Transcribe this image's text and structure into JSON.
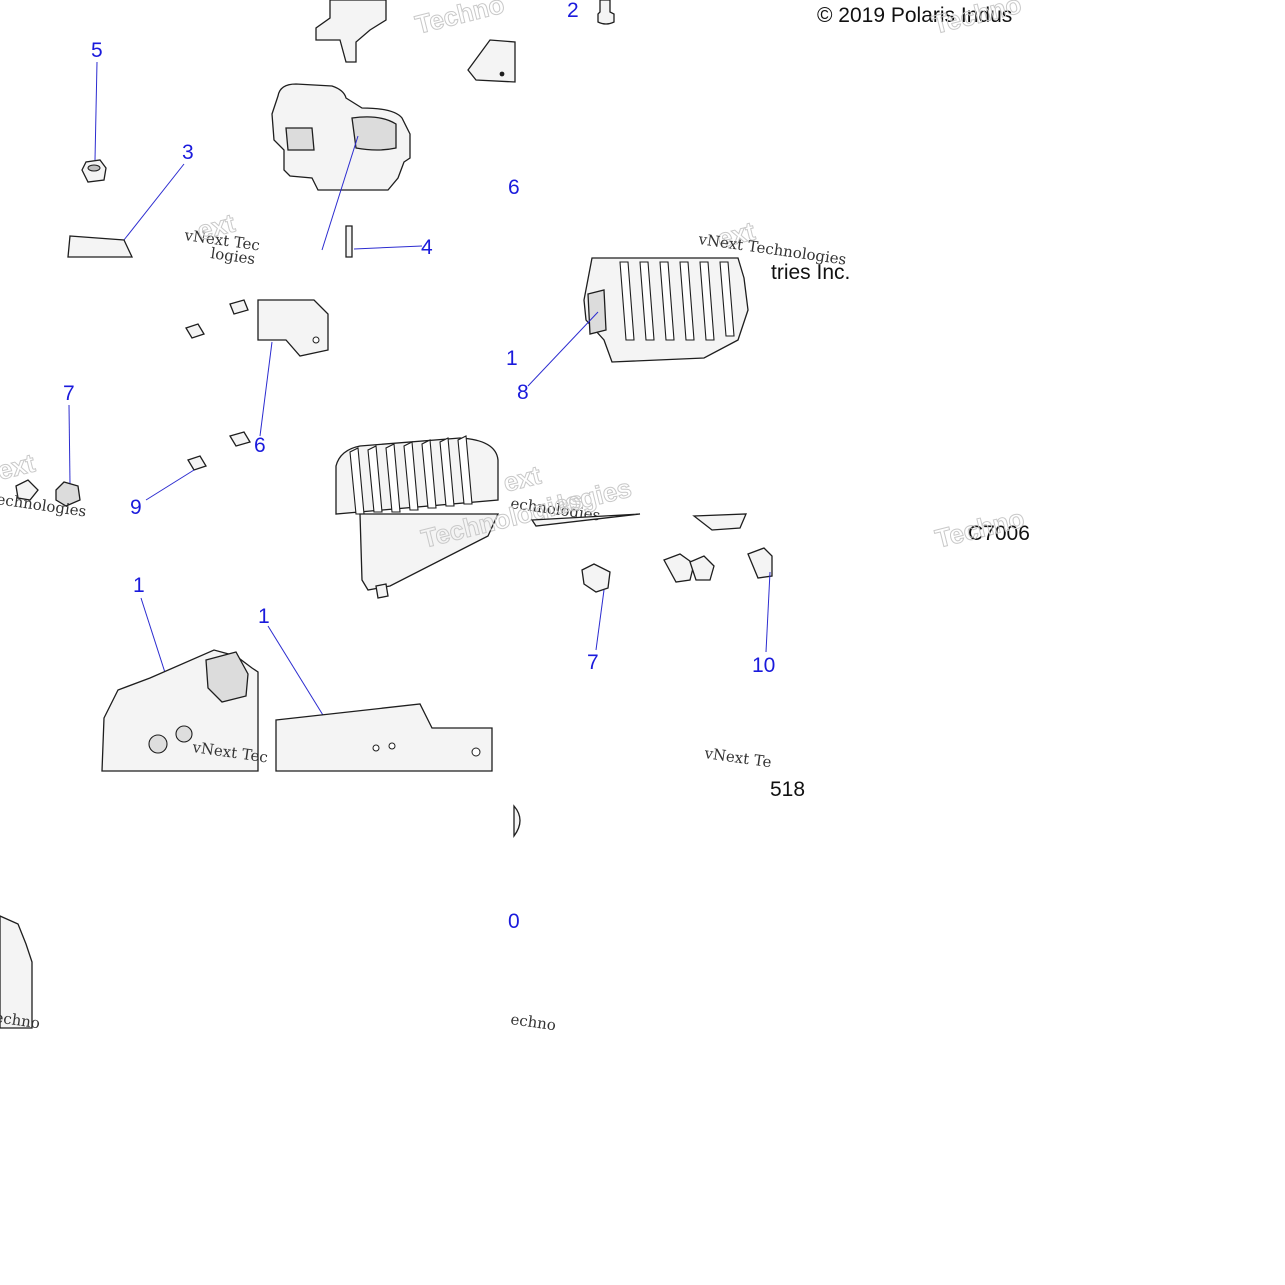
{
  "notes": {
    "copyright": "© 2019 Polaris Indus",
    "copyright_tail": "tries Inc.",
    "code_prefix": "C7006",
    "code_tail": "518"
  },
  "watermark": {
    "company_a": "vNext Tec",
    "company_b": "vNext Technologies",
    "company_c": "vNext Te",
    "fragment_a": "Techno",
    "fragment_b": "ext",
    "fragment_c": "Technologies",
    "fragment_d": "logies",
    "fragment_e": "echnologies",
    "fragment_f": "Techno",
    "fragment_g": "echno",
    "fragment_h": "echno"
  },
  "callouts": {
    "c2": "2",
    "c5": "5",
    "c3": "3",
    "c4": "4",
    "c6a": "6",
    "c1a": "1",
    "c8": "8",
    "c7a": "7",
    "c6b": "6",
    "c9": "9",
    "c1b": "1",
    "c1c": "1",
    "c7b": "7",
    "c10a": "10",
    "c0": "0"
  }
}
